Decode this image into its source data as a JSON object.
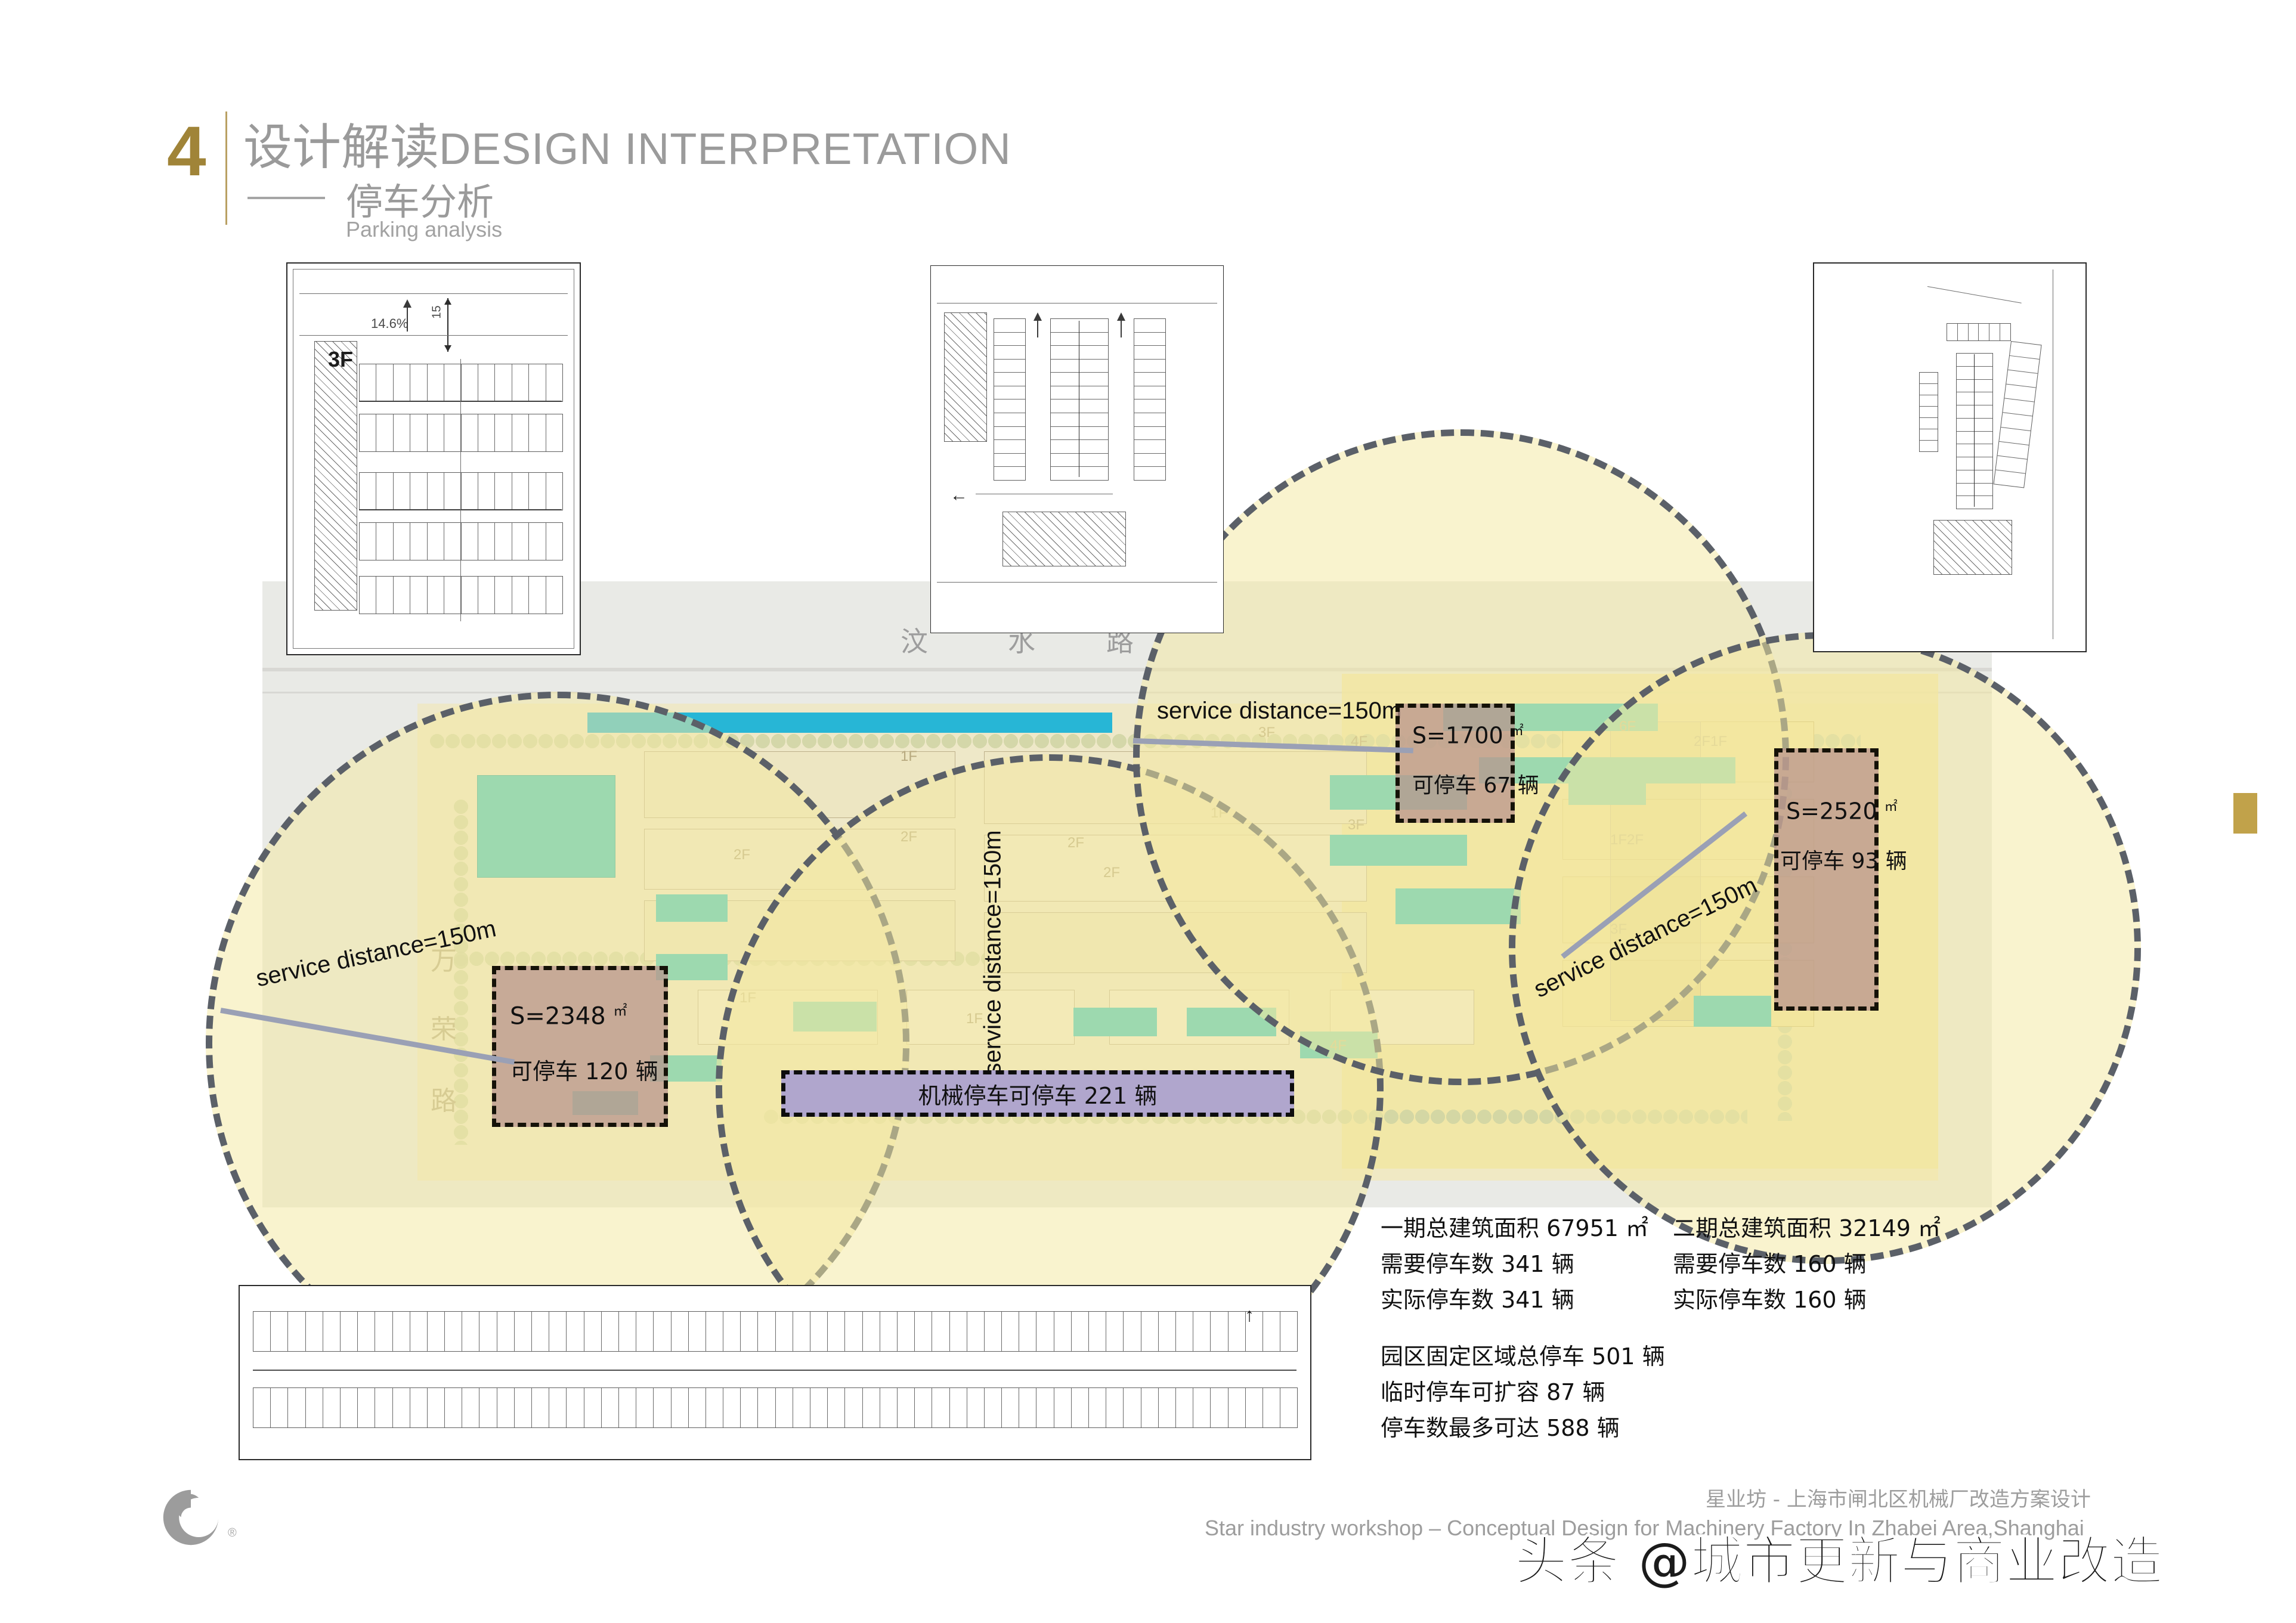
{
  "header": {
    "chapter_number": "4",
    "title_cn": "设计解读",
    "title_en": "DESIGN INTERPRETATION",
    "subtitle_cn": "停车分析",
    "subtitle_en": "Parking analysis"
  },
  "insets": {
    "top_left": {
      "name": "garage-plan-3f",
      "floor_label": "3F",
      "slope_label": "14.6%",
      "dimension_label": "15"
    },
    "top_middle": {
      "name": "surface-lot-plan"
    },
    "top_right": {
      "name": "north-lot-plan"
    },
    "bottom": {
      "name": "linear-parking-plan"
    }
  },
  "site": {
    "streets": {
      "north_road": [
        "汶",
        "水",
        "路"
      ],
      "west_road": [
        "万",
        "荣",
        "路"
      ]
    },
    "service_labels": [
      "service distance=150m",
      "service distance=150m",
      "service distance=150m",
      "service distance=150m"
    ],
    "parking_zones": [
      {
        "id": "zone-west",
        "area": "S=2348",
        "unit": "㎡",
        "capacity": "可停车 120 辆"
      },
      {
        "id": "zone-center",
        "area": "S=1700",
        "unit": "㎡",
        "capacity": "可停车 67 辆"
      },
      {
        "id": "zone-east",
        "area": "S=2520",
        "unit": "㎡",
        "capacity": "可停车 93 辆"
      }
    ],
    "mechanical_parking": "机械停车可停车 221 辆",
    "floor_labels": [
      "1F",
      "2F",
      "3F",
      "4F",
      "6F",
      "2F1F",
      "1F2F",
      "1F",
      "2F",
      "3F",
      "2F",
      "1F",
      "4F",
      "2F",
      "1F",
      "3F"
    ]
  },
  "stats": {
    "phase1": {
      "gfa": "一期总建筑面积 67951 ㎡",
      "required": "需要停车数 341 辆",
      "actual": "实际停车数 341 辆"
    },
    "phase2": {
      "gfa": "二期总建筑面积 32149 ㎡",
      "required": "需要停车数 160 辆",
      "actual": "实际停车数 160 辆"
    },
    "totals": {
      "fixed": "园区固定区域总停车 501 辆",
      "temporary": "临时停车可扩容 87 辆",
      "maximum": "停车数最多可达 588 辆"
    }
  },
  "footer": {
    "project_cn": "星业坊 - 上海市闸北区机械厂改造方案设计",
    "project_en": "Star industry workshop – Conceptual Design for Machinery Factory In Zhabei Area,Shanghai",
    "watermark": "头条 @城市更新与商业改造",
    "logo_mark": "®"
  },
  "colors": {
    "accent_gold": "#a08438",
    "title_gray": "#9a9a9a",
    "service_circle": "#5b6068",
    "service_fill": "#f3e8a2",
    "parking_zone": "#b7928c",
    "mech_bar": "#b0a6cd",
    "teal_block": "#3fc9bf",
    "canal_blue": "#27b6d6"
  }
}
